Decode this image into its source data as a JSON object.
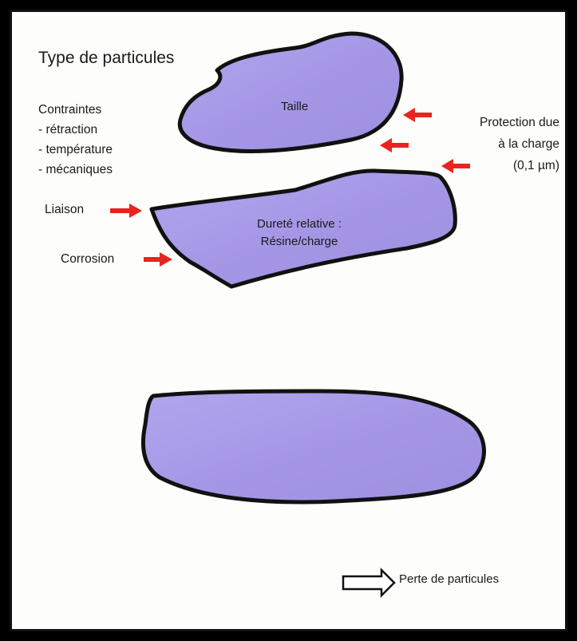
{
  "title": "Type de particules",
  "constraints": {
    "heading": "Contraintes",
    "items": [
      "- rétraction",
      "- température",
      "- mécaniques"
    ]
  },
  "protection": {
    "line1": "Protection due",
    "line2": "à la charge",
    "line3": "(0,1 µm)"
  },
  "labels": {
    "liaison": "Liaison",
    "corrosion": "Corrosion",
    "taille": "Taille",
    "durete_line1": "Dureté relative :",
    "durete_line2": "Résine/charge",
    "perte": "Perte de particules"
  },
  "colors": {
    "particle_fill": "#a79ae8",
    "particle_stroke": "#111111",
    "arrow_red": "#e8241e",
    "background": "#fdfdfb"
  }
}
